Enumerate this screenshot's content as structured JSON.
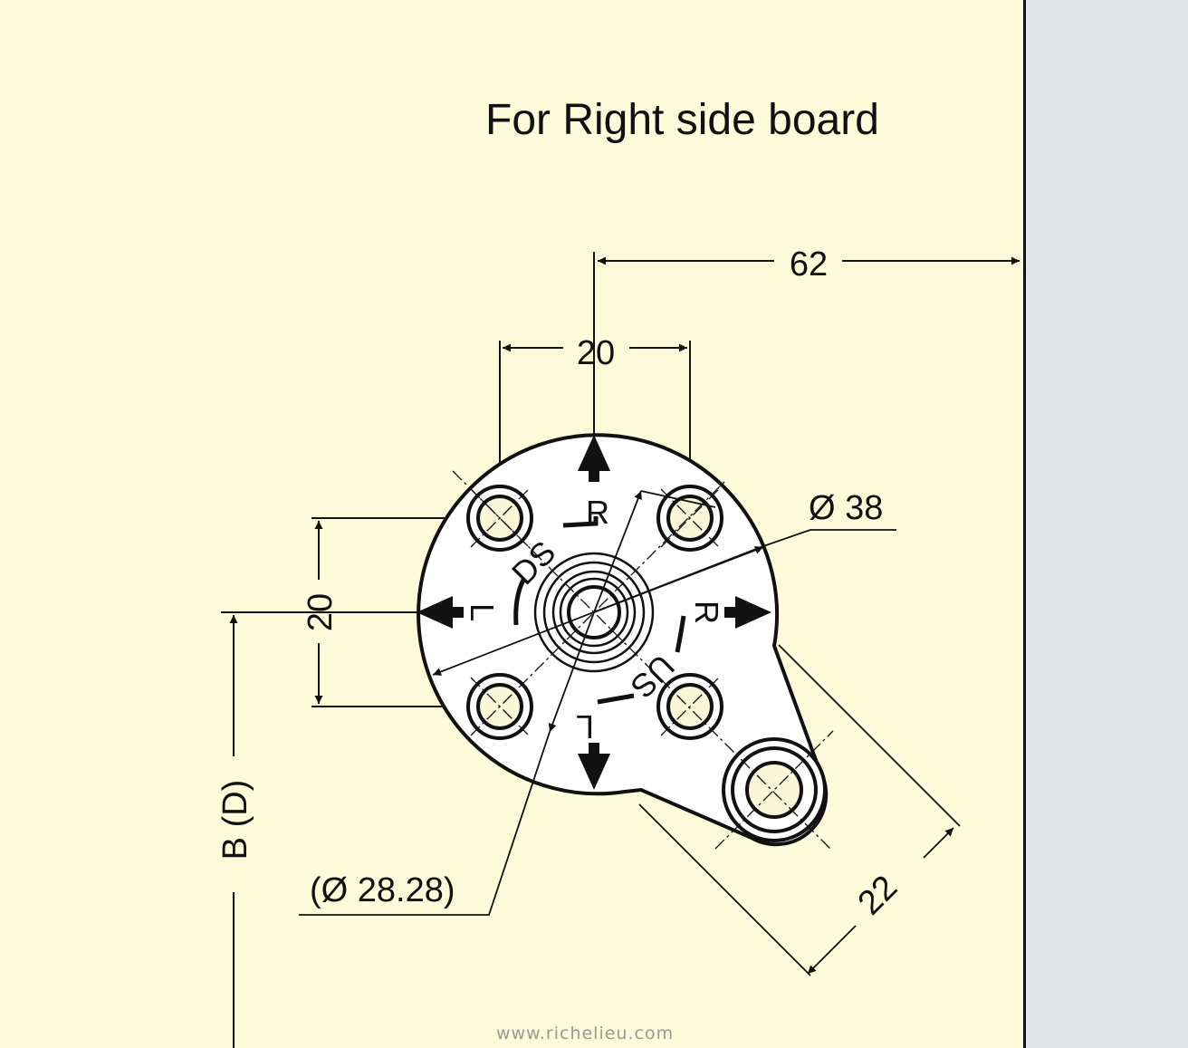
{
  "title": "For Right side board",
  "dimensions": {
    "d62": "62",
    "d20_horizontal": "20",
    "d20_vertical": "20",
    "diameter38": "Ø 38",
    "diameter28": "(Ø 28.28)",
    "d22": "22",
    "bd": "B (D)"
  },
  "plate_labels": {
    "r_top": "R",
    "ds": "DS",
    "l_left": "L",
    "r_right": "R",
    "us": "US",
    "l_bottom": "L"
  },
  "watermark": "www.richelieu.com",
  "colors": {
    "background": "#fdfbd9",
    "side_panel": "#e1e3e6",
    "line": "#111111"
  }
}
